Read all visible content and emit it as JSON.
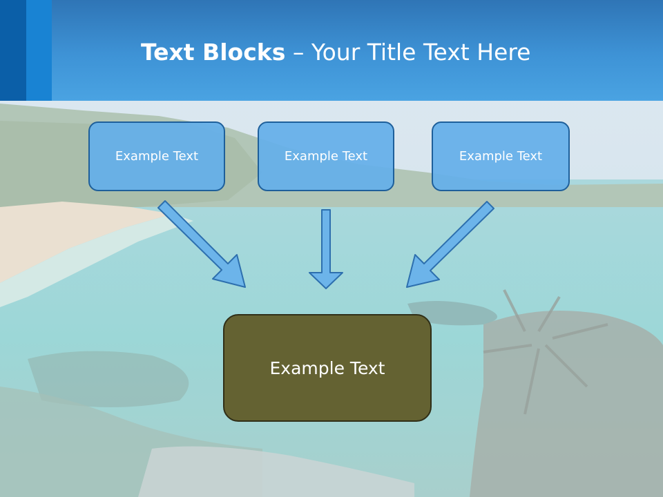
{
  "slide": {
    "title_bold": "Text Blocks",
    "title_separator": " – ",
    "title_rest": "Your Title Text Here"
  },
  "top_boxes": [
    {
      "label": "Example Text"
    },
    {
      "label": "Example Text"
    },
    {
      "label": "Example Text"
    }
  ],
  "bottom_box": {
    "label": "Example Text"
  },
  "colors": {
    "header_blue": "#3e93d6",
    "box_fill": "#64afe9",
    "box_border": "#1e5f9a",
    "bottom_box_fill": "#646232",
    "arrow_fill": "#6cb4ea"
  }
}
